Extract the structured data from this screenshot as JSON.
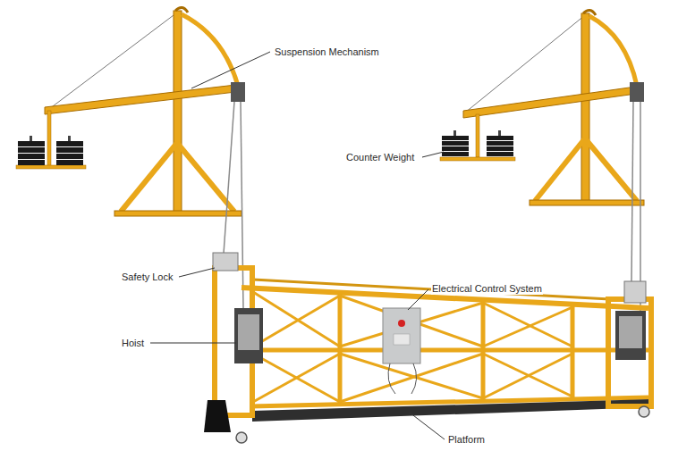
{
  "diagram": {
    "labels": [
      "Suspension Mechanism",
      "Counter Weight",
      "Safety Lock",
      "Hoist",
      "Electrical Control System",
      "Platform"
    ]
  }
}
